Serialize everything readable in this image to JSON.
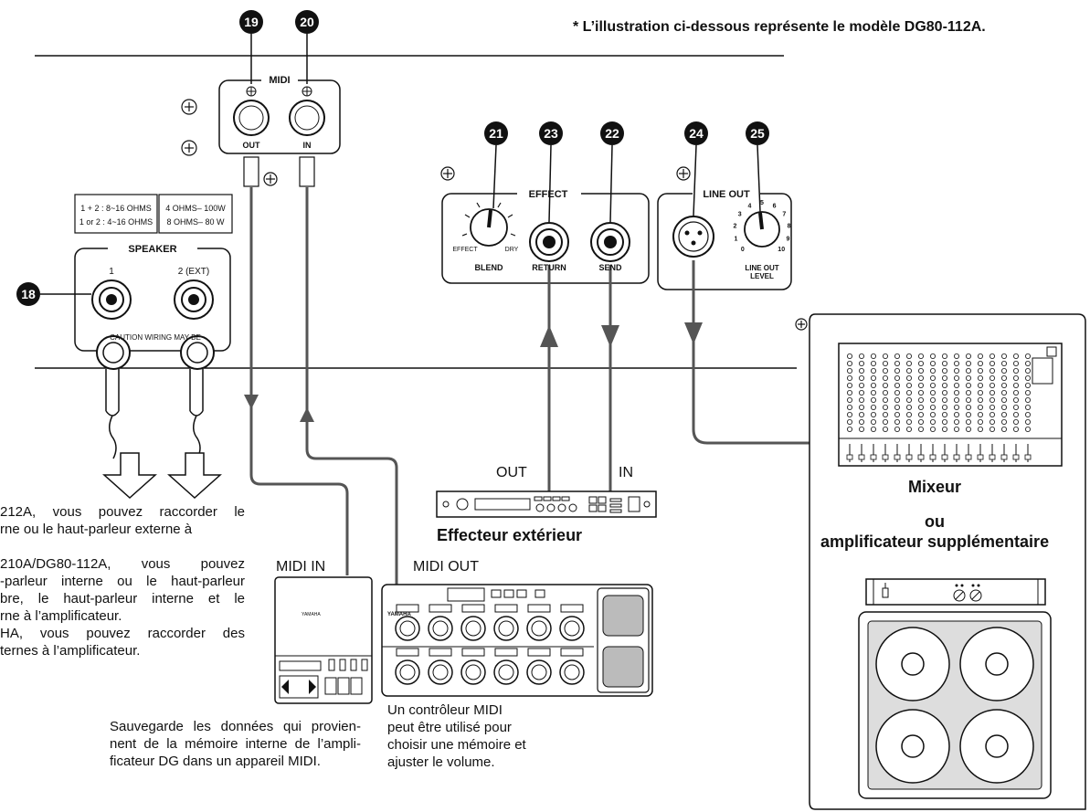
{
  "header_note": "* L’illustration ci-dessous représente le modèle DG80-112A.",
  "callouts": {
    "c18": "18",
    "c19": "19",
    "c20": "20",
    "c21": "21",
    "c22": "22",
    "c23": "23",
    "c24": "24",
    "c25": "25"
  },
  "midi_panel": {
    "title": "MIDI",
    "out": "OUT",
    "in": "IN"
  },
  "speaker_panel": {
    "title": "SPEAKER",
    "spec_left_1": "1 + 2 : 8~16 OHMS",
    "spec_left_2": "1 or 2 : 4~16 OHMS",
    "spec_right_1": "4 OHMS– 100W",
    "spec_right_2": "8 OHMS– 80 W",
    "jack1": "1",
    "jack2": "2 (EXT)",
    "warning": "CAUTION WIRING MAY BE"
  },
  "effect_panel": {
    "title": "EFFECT",
    "knob_left": "EFFECT",
    "knob_right": "DRY",
    "blend": "BLEND",
    "return": "RETURN",
    "send": "SEND"
  },
  "lineout_panel": {
    "title": "LINE OUT",
    "scale": [
      "0",
      "1",
      "2",
      "3",
      "4",
      "5",
      "6",
      "7",
      "8",
      "9",
      "10"
    ],
    "level_1": "LINE OUT",
    "level_2": "LEVEL"
  },
  "effect_unit": {
    "out": "OUT",
    "in": "IN",
    "caption": "Effecteur extérieur"
  },
  "mixer": {
    "line1": "Mixeur",
    "line2": "ou",
    "line3": "amplificateur supplémentaire"
  },
  "midi_in_label": "MIDI IN",
  "midi_out_label": "MIDI OUT",
  "speaker_text": [
    "212A, vous pouvez raccorder le",
    "rne ou le haut-parleur externe à",
    "210A/DG80-112A, vous pouvez",
    "-parleur interne ou le haut-parleur",
    "bre, le haut-parleur interne et le",
    "rne à l’amplificateur.",
    "HA, vous pouvez raccorder des",
    "ternes à l’amplificateur."
  ],
  "save_caption": [
    "Sauvegarde les données qui provien-",
    "nent de la mémoire interne de l’ampli-",
    "ficateur DG dans un appareil MIDI."
  ],
  "controller_caption": [
    "Un contrôleur MIDI",
    "peut être utilisé pour",
    "choisir une mémoire et",
    "ajuster le volume."
  ],
  "device_brand": "YAMAHA"
}
